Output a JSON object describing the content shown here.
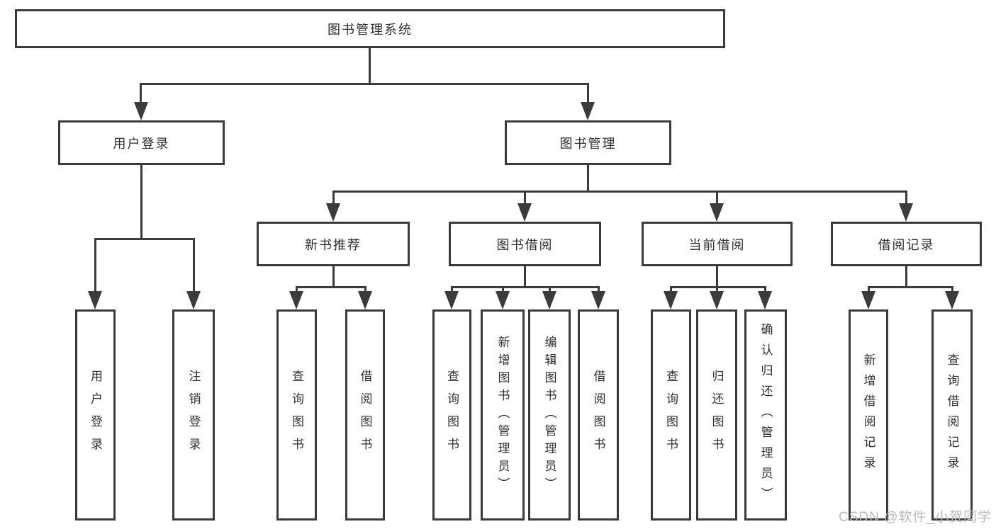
{
  "diagram": {
    "root": {
      "label": "图书管理系统"
    },
    "branches": [
      {
        "label": "用户登录",
        "children": [
          {
            "label": "用户登录"
          },
          {
            "label": "注销登录"
          }
        ]
      },
      {
        "label": "图书管理",
        "children": [
          {
            "label": "新书推荐",
            "children": [
              {
                "label": "查询图书"
              },
              {
                "label": "借阅图书"
              }
            ]
          },
          {
            "label": "图书借阅",
            "children": [
              {
                "label": "查询图书"
              },
              {
                "label": "新增图书（管理员）"
              },
              {
                "label": "编辑图书（管理员）"
              },
              {
                "label": "借阅图书"
              }
            ]
          },
          {
            "label": "当前借阅",
            "children": [
              {
                "label": "查询图书"
              },
              {
                "label": "归还图书"
              },
              {
                "label": "确认归还（管理员）"
              }
            ]
          },
          {
            "label": "借阅记录",
            "children": [
              {
                "label": "新增借阅记录"
              },
              {
                "label": "查询借阅记录"
              }
            ]
          }
        ]
      }
    ]
  },
  "watermark": {
    "text": "CSDN @软件_小贺同学"
  },
  "colors": {
    "line": "#3b3b3b",
    "text": "#2f2f2f",
    "watermark": "#b6bbc4",
    "background": "#ffffff"
  }
}
